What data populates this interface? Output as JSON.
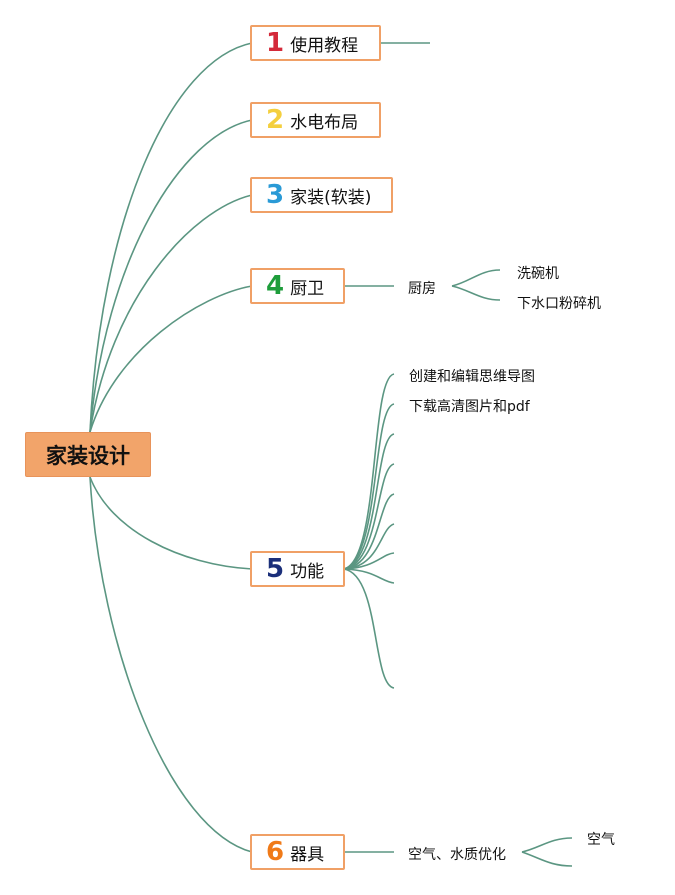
{
  "root": {
    "label": "家装设计"
  },
  "topics": [
    {
      "num": "1",
      "label": "使用教程",
      "color": "#d42a3a"
    },
    {
      "num": "2",
      "label": "水电布局",
      "color": "#f4cf3e"
    },
    {
      "num": "3",
      "label": "家装(软装)",
      "color": "#2a9ad6"
    },
    {
      "num": "4",
      "label": "厨卫",
      "color": "#1e9d3b"
    },
    {
      "num": "5",
      "label": "功能",
      "color": "#1b2f7a"
    },
    {
      "num": "6",
      "label": "器具",
      "color": "#f07a18"
    }
  ],
  "kitchen": {
    "label": "厨房",
    "children": [
      "洗碗机",
      "下水口粉碎机"
    ]
  },
  "features": [
    "创建和编辑思维导图",
    "下载高清图片和pdf"
  ],
  "appliances": {
    "label": "空气、水质优化",
    "children": [
      "空气"
    ]
  },
  "colors": {
    "line": "#5b9682",
    "root_fill": "#f2a46a",
    "topic_border": "#f0a066"
  }
}
